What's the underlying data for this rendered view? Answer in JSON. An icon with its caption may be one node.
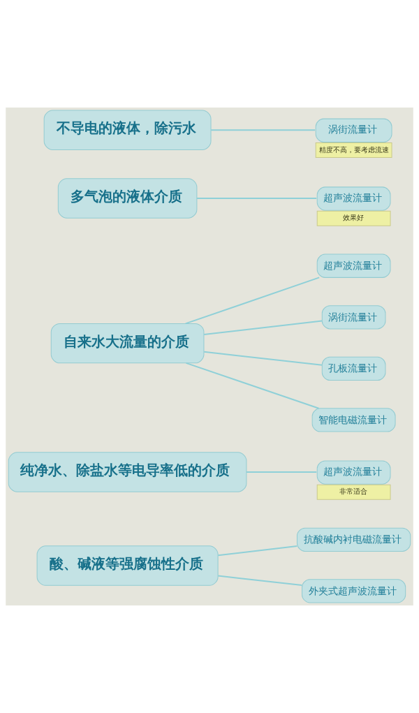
{
  "diagram": {
    "nodes": [
      {
        "text": [
          "涡街流量计"
        ],
        "beside": [
          "精度不高，要考虑流速"
        ]
      },
      {
        "text": [
          "不导电的液体，除污水"
        ]
      },
      {
        "text": [
          "超声波流量计"
        ],
        "beside": [
          "效果好"
        ]
      },
      {
        "text": [
          "多气泡的液体介质"
        ]
      },
      {
        "text": [
          "超声波流量计"
        ]
      },
      {
        "text": [
          "涡街流量计"
        ]
      },
      {
        "text": [
          "自来水大流量的介质"
        ]
      },
      {
        "text": [
          "孔板流量计"
        ]
      },
      {
        "text": [
          "智能电磁流量计"
        ]
      },
      {
        "text": [
          "超声波流量计"
        ],
        "beside": [
          "非常适合"
        ]
      },
      {
        "text": [
          "纯净水、除盐水等电导率低的介质"
        ]
      },
      {
        "text": [
          "抗酸碱内衬电磁流量计"
        ]
      },
      {
        "text": [
          "酸、碱液等强腐蚀性介质"
        ]
      },
      {
        "text": [
          "外夹式超声波流量计"
        ]
      }
    ],
    "edges": [
      {
        "from": 1,
        "to": 0,
        "arrow": "none"
      },
      {
        "from": 3,
        "to": 2,
        "arrow": "none"
      },
      {
        "from": 6,
        "to": 4,
        "arrow": "none"
      },
      {
        "from": 6,
        "to": 5,
        "arrow": "none"
      },
      {
        "from": 6,
        "to": 7,
        "arrow": "none"
      },
      {
        "from": 6,
        "to": 8,
        "arrow": "none"
      },
      {
        "from": 10,
        "to": 9,
        "arrow": "none"
      },
      {
        "from": 12,
        "to": 11,
        "arrow": "none"
      },
      {
        "from": 12,
        "to": 13,
        "arrow": "none"
      }
    ]
  }
}
